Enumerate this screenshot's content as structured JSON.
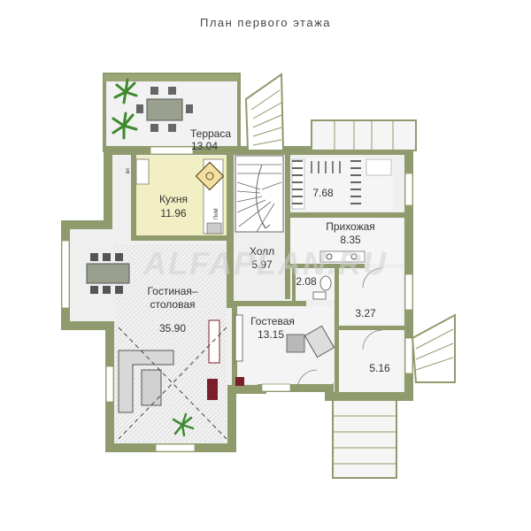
{
  "title": "План первого этажа",
  "watermark": "ALFAPLAN.RU",
  "colors": {
    "wall": "#8f9b6c",
    "wall_edge": "#6f7a50",
    "floor": "#efefef",
    "kitchen": "#f3efc4",
    "stairs": "#ffffff",
    "accent": "#7a1f2a"
  },
  "fixture_labels": {
    "hood": "вх",
    "dishwasher": "ПоМ"
  },
  "rooms": [
    {
      "id": "terrace",
      "name": "Терраса",
      "area": "13.04"
    },
    {
      "id": "kitchen",
      "name": "Кухня",
      "area": "11.96"
    },
    {
      "id": "wardrobe",
      "name": "",
      "area": "7.68"
    },
    {
      "id": "hall",
      "name": "Холл",
      "area": "5.97"
    },
    {
      "id": "entry",
      "name": "Прихожая",
      "area": "8.35"
    },
    {
      "id": "bathroom",
      "name": "",
      "area": "2.08"
    },
    {
      "id": "living",
      "name_line1": "Гостиная–",
      "name_line2": "столовая",
      "area": "35.90"
    },
    {
      "id": "guest",
      "name": "Гостевая",
      "area": "13.15"
    },
    {
      "id": "storage1",
      "name": "",
      "area": "3.27"
    },
    {
      "id": "storage2",
      "name": "",
      "area": "5.16"
    }
  ]
}
